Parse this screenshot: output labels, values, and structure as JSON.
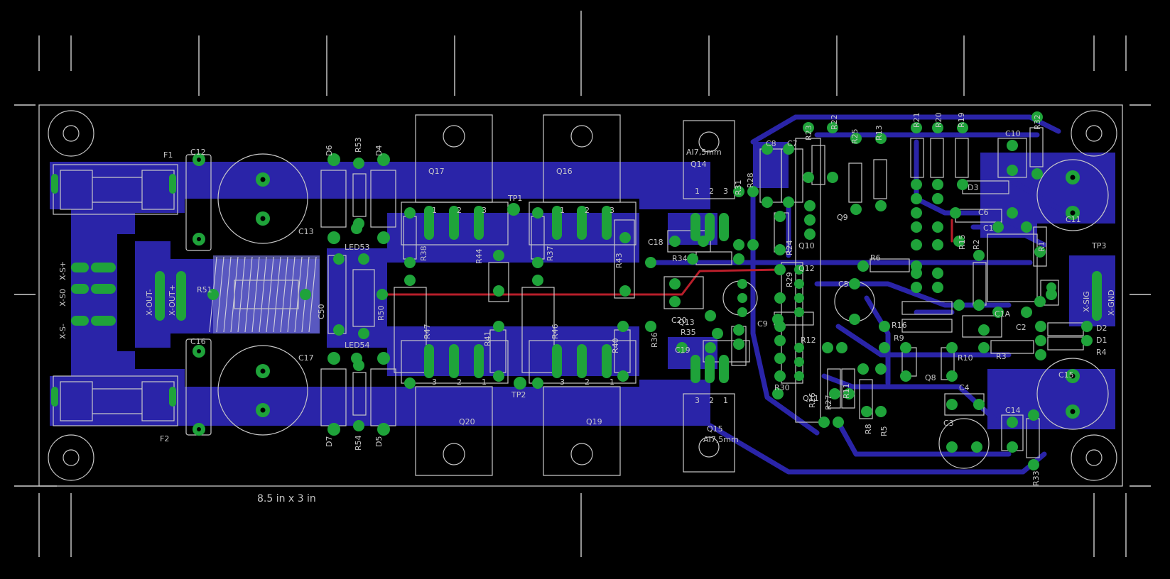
{
  "board": {
    "size_label": "8.5 in x 3 in",
    "colors": {
      "background": "#000000",
      "copper_bottom": "#2a24a8",
      "copper_top": "#b81e2a",
      "pads": "#1fa33a",
      "silkscreen": "#c8c8c8",
      "dimension": "#d0d0d0"
    }
  },
  "connectors": {
    "left": [
      "X-S+",
      "X-S0",
      "X-S-"
    ],
    "output": [
      "X-OUT-",
      "X-OUT+"
    ],
    "right": [
      "X-SIG",
      "X-GND"
    ]
  },
  "fuses": [
    "F1",
    "F2"
  ],
  "transistors": {
    "power": [
      "Q17",
      "Q16",
      "Q20",
      "Q19"
    ],
    "driver": [
      "Q14",
      "Q15"
    ],
    "small": [
      "Q9",
      "Q10",
      "Q12",
      "Q11",
      "Q8",
      "Q13"
    ],
    "heatsink_label": "AI7,5mm",
    "pin_numbers_top": [
      "1",
      "2",
      "3"
    ],
    "pin_numbers_bottom": [
      "3",
      "2",
      "1"
    ]
  },
  "leds": [
    "LED53",
    "LED54"
  ],
  "test_points": [
    "TP1",
    "TP2",
    "TP3"
  ],
  "capacitors": [
    "C12",
    "C13",
    "C16",
    "C17",
    "C50",
    "C18",
    "C20",
    "C19",
    "C8",
    "C7",
    "C5",
    "C9",
    "C10",
    "C11",
    "C6",
    "C1",
    "C1A",
    "C2",
    "C15",
    "C4",
    "C3",
    "C14"
  ],
  "diodes": [
    "D6",
    "D4",
    "D7",
    "D5",
    "D3",
    "D2",
    "D1"
  ],
  "resistors": [
    "R53",
    "R54",
    "R51",
    "R50",
    "R38",
    "R44",
    "R37",
    "R43",
    "R47",
    "R41",
    "R46",
    "R40",
    "R34",
    "R36",
    "R35",
    "R31",
    "R28",
    "R23",
    "R22",
    "R25",
    "R13",
    "R21",
    "R20",
    "R19",
    "R32",
    "R24",
    "R29",
    "R6",
    "R12",
    "R30",
    "R26",
    "R27",
    "R11",
    "R8",
    "R5",
    "R15",
    "R2",
    "R1",
    "R16",
    "R9",
    "R10",
    "R3",
    "R4",
    "R33"
  ]
}
